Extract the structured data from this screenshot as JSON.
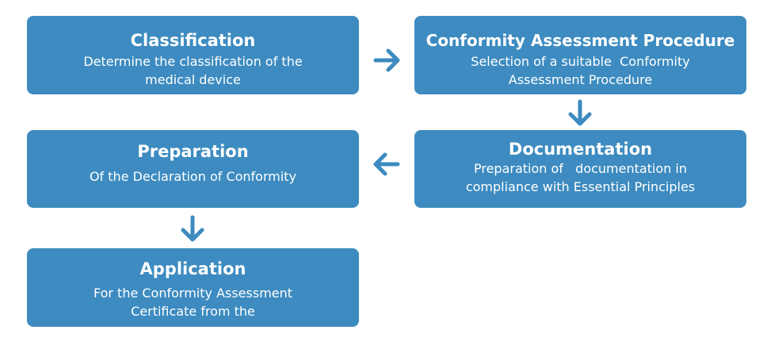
{
  "colors": {
    "box_fill": "#3d8bc0",
    "arrow": "#3d8bc0",
    "text": "#ffffff"
  },
  "steps": {
    "classification": {
      "title": "Classification",
      "line1": "Determine the classification of the",
      "line2": "medical device"
    },
    "conformity_assessment_procedure": {
      "title": "Conformity Assessment Procedure",
      "line1": "Selection of a suitable  Conformity",
      "line2": "Assessment Procedure"
    },
    "documentation": {
      "title": "Documentation",
      "line1": "Preparation of   documentation in",
      "line2": "compliance with Essential Principles"
    },
    "preparation": {
      "title": "Preparation",
      "line1": "Of the Declaration of Conformity"
    },
    "application": {
      "title": "Application",
      "line1": "For the Conformity Assessment",
      "line2": "Certificate from the"
    }
  },
  "arrows": [
    {
      "from": "classification",
      "to": "conformity_assessment_procedure",
      "direction": "right"
    },
    {
      "from": "conformity_assessment_procedure",
      "to": "documentation",
      "direction": "down"
    },
    {
      "from": "documentation",
      "to": "preparation",
      "direction": "left"
    },
    {
      "from": "preparation",
      "to": "application",
      "direction": "down"
    }
  ]
}
